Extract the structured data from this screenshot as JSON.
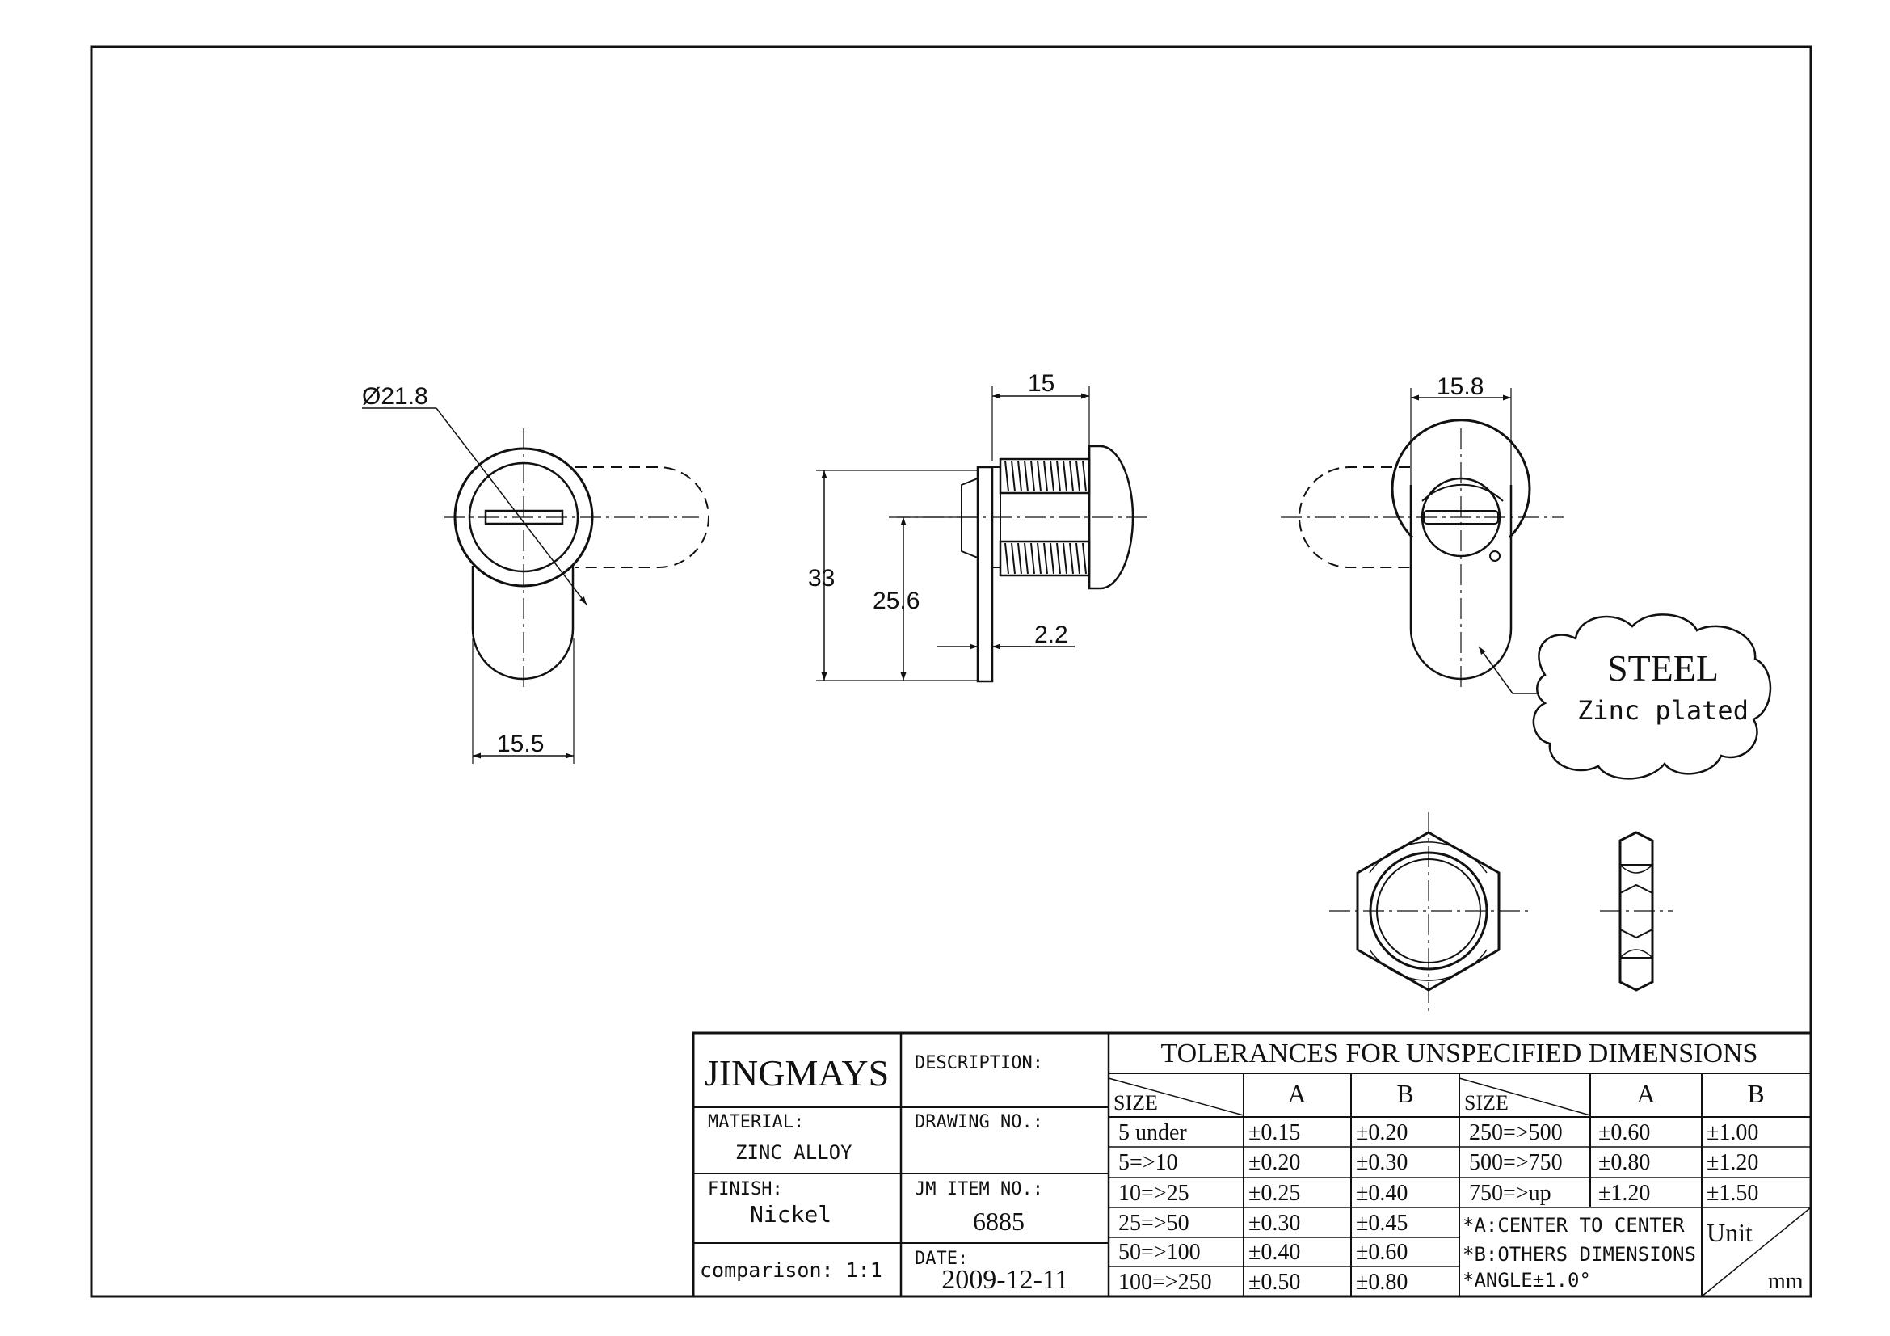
{
  "dimensions": {
    "d21_8": "Ø21.8",
    "d15_5": "15.5",
    "d15": "15",
    "d33": "33",
    "d25_6": "25.6",
    "d2_2": "2.2",
    "d15_8": "15.8"
  },
  "callout": {
    "title": "STEEL",
    "subtitle": "Zinc plated"
  },
  "title_block": {
    "company": "JINGMAYS",
    "description_label": "DESCRIPTION:",
    "material_label": "MATERIAL:",
    "material_value": "ZINC ALLOY",
    "drawing_no_label": "DRAWING NO.:",
    "finish_label": "FINISH:",
    "finish_value": "Nickel",
    "item_no_label": "JM ITEM NO.:",
    "item_no_value": "6885",
    "comparison": "comparison: 1:1",
    "date_label": "DATE:",
    "date_value": "2009-12-11"
  },
  "tolerances": {
    "title": "TOLERANCES FOR UNSPECIFIED DIMENSIONS",
    "size_label": "SIZE",
    "col_a": "A",
    "col_b": "B",
    "left_rows": [
      {
        "size": "5 under",
        "a": "±0.15",
        "b": "±0.20"
      },
      {
        "size": "5=>10",
        "a": "±0.20",
        "b": "±0.30"
      },
      {
        "size": "10=>25",
        "a": "±0.25",
        "b": "±0.40"
      },
      {
        "size": "25=>50",
        "a": "±0.30",
        "b": "±0.45"
      },
      {
        "size": "50=>100",
        "a": "±0.40",
        "b": "±0.60"
      },
      {
        "size": "100=>250",
        "a": "±0.50",
        "b": "±0.80"
      }
    ],
    "right_rows": [
      {
        "size": "250=>500",
        "a": "±0.60",
        "b": "±1.00"
      },
      {
        "size": "500=>750",
        "a": "±0.80",
        "b": "±1.20"
      },
      {
        "size": "750=>up",
        "a": "±1.20",
        "b": "±1.50"
      }
    ],
    "notes": [
      "*A:CENTER TO CENTER",
      "*B:OTHERS DIMENSIONS",
      "*ANGLE±1.0°"
    ],
    "unit_label": "Unit",
    "unit_value": "mm"
  }
}
